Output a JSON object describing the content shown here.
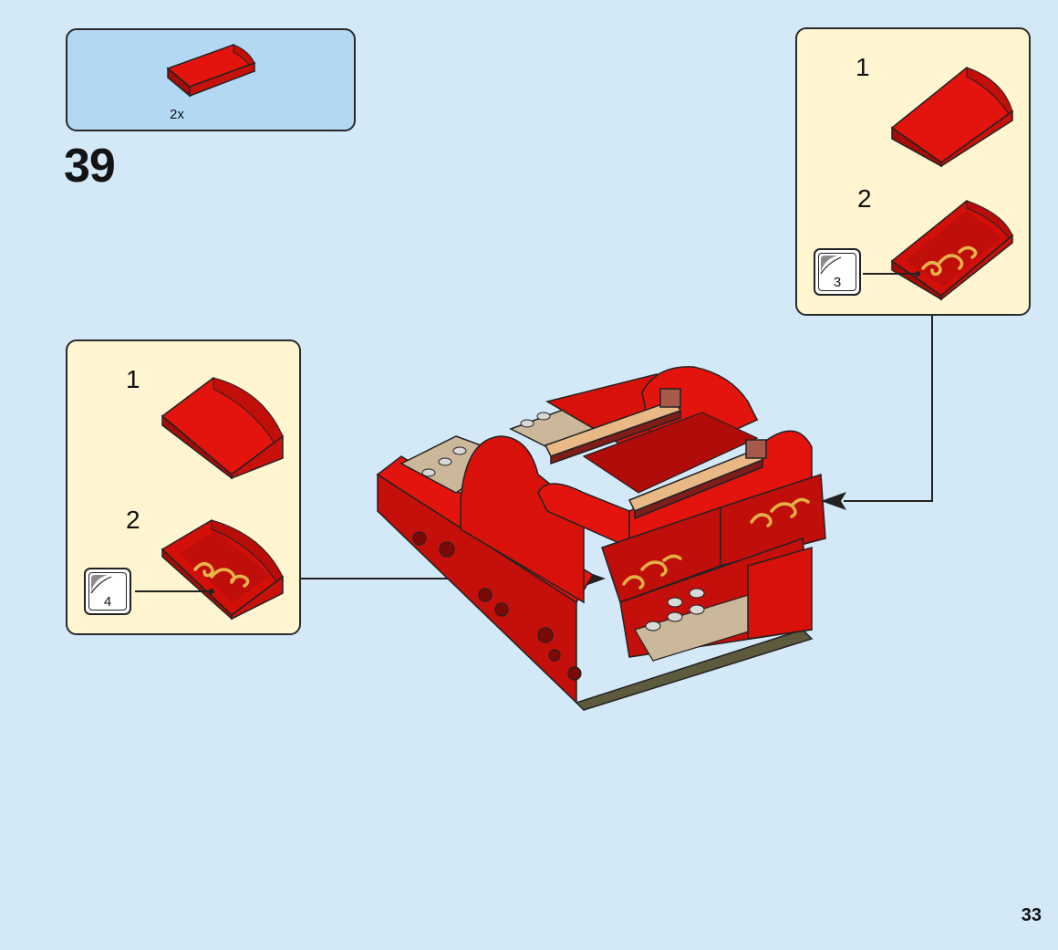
{
  "parts_list": {
    "quantity": "2x",
    "part_color": "#d9120b"
  },
  "step": {
    "number": "39"
  },
  "subassembly_right": {
    "steps": [
      "1",
      "2"
    ],
    "sticker_number": "3"
  },
  "subassembly_left": {
    "steps": [
      "1",
      "2"
    ],
    "sticker_number": "4"
  },
  "page": {
    "number": "33"
  },
  "colors": {
    "background": "#d4e9f8",
    "parts_box": "#b3d8f3",
    "subassembly_box": "#fff5d1",
    "brick_red": "#d9120b",
    "dark_red": "#b00d0a",
    "gold": "#e2b043",
    "tan": "#cbb79a"
  },
  "icons": {
    "part": "red-curved-slope-icon",
    "sticker": "sticker-sheet-icon",
    "arrow": "placement-arrow-icon"
  }
}
